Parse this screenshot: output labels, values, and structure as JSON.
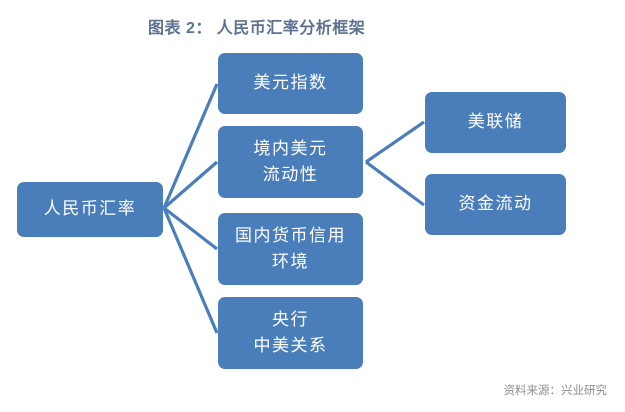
{
  "title": "图表 2： 人民币汇率分析框架",
  "source_note": "资料来源：兴业研究",
  "colors": {
    "box_fill": "#4a7ebb",
    "box_text": "#ffffff",
    "connector": "#4a7ebb",
    "title_text": "#5d7191",
    "source_text": "#8d8d8d",
    "background": "#ffffff"
  },
  "diagram": {
    "type": "tree",
    "root": {
      "id": "root",
      "label": "人民币汇率",
      "lines": [
        "人民币汇率"
      ]
    },
    "level2": [
      {
        "id": "usd-index",
        "label": "美元指数",
        "lines": [
          "美元指数"
        ]
      },
      {
        "id": "domestic-usd-liquidity",
        "label": "境内美元流动性",
        "lines": [
          "境内美元",
          "流动性"
        ]
      },
      {
        "id": "monetary-credit-env",
        "label": "国内货币信用环境",
        "lines": [
          "国内货币信用",
          "环境"
        ]
      },
      {
        "id": "central-bank-sino-us",
        "label": "央行 中美关系",
        "lines": [
          "央行",
          "中美关系"
        ]
      }
    ],
    "level3": [
      {
        "id": "fed",
        "label": "美联储",
        "lines": [
          "美联储"
        ]
      },
      {
        "id": "capital-flows",
        "label": "资金流动",
        "lines": [
          "资金流动"
        ]
      }
    ],
    "edges": [
      {
        "from": "root",
        "to": "usd-index"
      },
      {
        "from": "root",
        "to": "domestic-usd-liquidity"
      },
      {
        "from": "root",
        "to": "monetary-credit-env"
      },
      {
        "from": "root",
        "to": "central-bank-sino-us"
      },
      {
        "from": "domestic-usd-liquidity",
        "to": "fed"
      },
      {
        "from": "domestic-usd-liquidity",
        "to": "capital-flows"
      }
    ]
  }
}
